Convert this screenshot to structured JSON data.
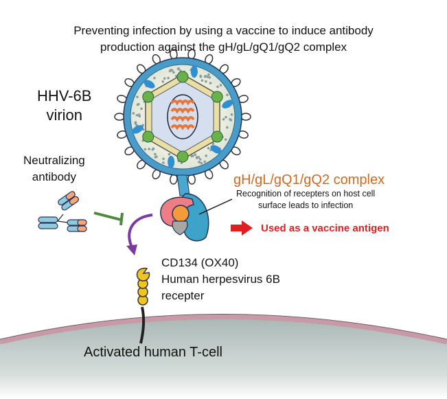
{
  "title": {
    "line1": "Preventing infection by using a vaccine to induce antibody",
    "line2": "production against the gH/gL/gQ1/gQ2 complex"
  },
  "virion": {
    "line1": "HHV-6B",
    "line2": "virion"
  },
  "antibody": {
    "line1": "Neutralizing",
    "line2": "antibody"
  },
  "complex": {
    "name": "gH/gL/gQ1/gQ2 complex",
    "desc1": "Recognition of recepters on host cell",
    "desc2": "surface leads to infection"
  },
  "vaccine": {
    "label": "Used as a vaccine antigen"
  },
  "receptor": {
    "line1": "CD134 (OX40)",
    "line2": "Human herpesvirus 6B",
    "line3": "recepter"
  },
  "cell": {
    "label": "Activated human T-cell"
  },
  "colors": {
    "complex_text": "#d2691e",
    "vaccine_text": "#e02020",
    "inhibit": "#4a8a3a",
    "arrow": "#7a3aa0"
  }
}
